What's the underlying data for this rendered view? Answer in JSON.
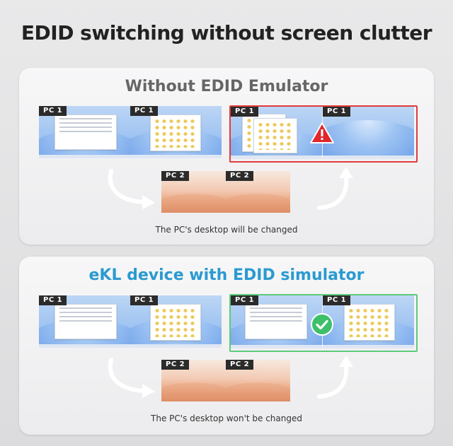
{
  "title": "EDID switching without screen clutter",
  "top_panel": {
    "heading": "Without EDID Emulator",
    "heading_color": "#666666",
    "caption": "The PC's desktop will be changed",
    "labels": {
      "pc1_a": "PC 1",
      "pc1_b": "PC 1",
      "pc1_c": "PC 1",
      "pc1_d": "PC 1",
      "pc2_a": "PC 2",
      "pc2_b": "PC 2"
    },
    "status_icon": "warning-icon",
    "frame_color": "#e23b3b"
  },
  "bottom_panel": {
    "heading": "eKL device with EDID simulator",
    "heading_color": "#2a9ad1",
    "caption": "The PC's desktop won't be changed",
    "labels": {
      "pc1_a": "PC 1",
      "pc1_b": "PC 1",
      "pc1_c": "PC 1",
      "pc1_d": "PC 1",
      "pc2_a": "PC 2",
      "pc2_b": "PC 2"
    },
    "status_icon": "check-circle-icon",
    "frame_color": "#5ccb7b"
  }
}
